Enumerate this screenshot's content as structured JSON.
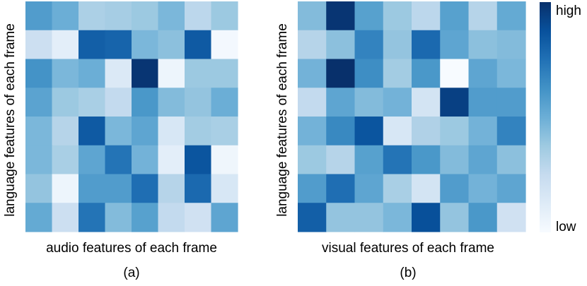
{
  "chart_data": [
    {
      "type": "heatmap",
      "panel_label": "(a)",
      "xlabel": "audio features of each frame",
      "ylabel": "language features of each frame",
      "rows": 8,
      "cols": 8,
      "values": [
        [
          0.58,
          0.5,
          0.33,
          0.35,
          0.38,
          0.46,
          0.28,
          0.38
        ],
        [
          0.22,
          0.1,
          0.82,
          0.8,
          0.46,
          0.42,
          0.84,
          0.02
        ],
        [
          0.62,
          0.46,
          0.5,
          0.14,
          0.98,
          0.05,
          0.38,
          0.38
        ],
        [
          0.55,
          0.38,
          0.34,
          0.26,
          0.6,
          0.44,
          0.4,
          0.5
        ],
        [
          0.46,
          0.3,
          0.84,
          0.46,
          0.54,
          0.16,
          0.36,
          0.34
        ],
        [
          0.46,
          0.34,
          0.54,
          0.74,
          0.48,
          0.1,
          0.86,
          0.04
        ],
        [
          0.4,
          0.05,
          0.58,
          0.58,
          0.76,
          0.3,
          0.78,
          0.16
        ],
        [
          0.52,
          0.22,
          0.74,
          0.44,
          0.56,
          0.26,
          0.2,
          0.54
        ]
      ]
    },
    {
      "type": "heatmap",
      "panel_label": "(b)",
      "xlabel": "visual features of each frame",
      "ylabel": "language features of each frame",
      "rows": 8,
      "cols": 8,
      "values": [
        [
          0.44,
          0.98,
          0.56,
          0.38,
          0.28,
          0.56,
          0.3,
          0.52
        ],
        [
          0.3,
          0.42,
          0.68,
          0.4,
          0.78,
          0.54,
          0.42,
          0.44
        ],
        [
          0.48,
          1.0,
          0.64,
          0.36,
          0.6,
          0.0,
          0.54,
          0.46
        ],
        [
          0.26,
          0.54,
          0.44,
          0.48,
          0.18,
          0.94,
          0.58,
          0.58
        ],
        [
          0.48,
          0.66,
          0.86,
          0.16,
          0.32,
          0.38,
          0.48,
          0.68
        ],
        [
          0.38,
          0.3,
          0.56,
          0.74,
          0.6,
          0.44,
          0.54,
          0.42
        ],
        [
          0.58,
          0.76,
          0.54,
          0.34,
          0.18,
          0.58,
          0.48,
          0.54
        ],
        [
          0.82,
          0.4,
          0.4,
          0.46,
          0.88,
          0.4,
          0.6,
          0.2
        ]
      ]
    }
  ],
  "colorbar": {
    "high_label": "high",
    "low_label": "low",
    "colors": [
      "#f7fbff",
      "#deebf7",
      "#c6dbef",
      "#9ecae1",
      "#6baed6",
      "#4292c6",
      "#2171b5",
      "#08519c",
      "#08306b"
    ]
  }
}
